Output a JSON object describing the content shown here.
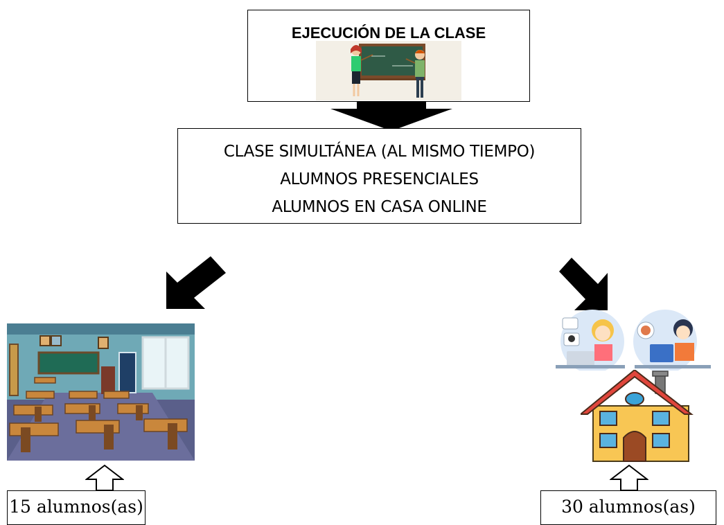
{
  "top": {
    "title": "EJECUCIÓN DE LA CLASE"
  },
  "middle": {
    "lines": [
      "CLASE SIMULTÁNEA (AL MISMO TIEMPO)",
      "ALUMNOS PRESENCIALES",
      "ALUMNOS EN CASA ONLINE"
    ]
  },
  "left": {
    "count_label": "15 alumnos(as)"
  },
  "right": {
    "count_label": "30 alumnos(as)"
  }
}
